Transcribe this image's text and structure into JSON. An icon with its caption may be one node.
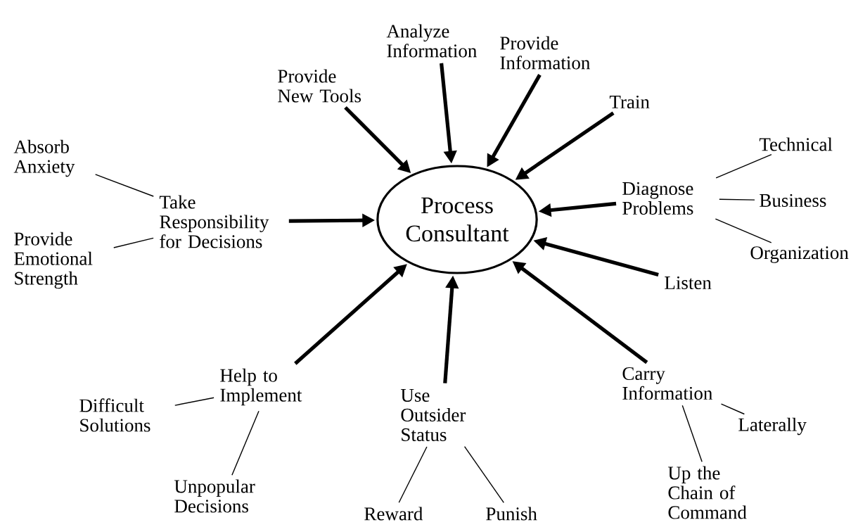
{
  "diagram": {
    "nodes": [
      {
        "text": [
          "Process Consultant"
        ]
      },
      {
        "text": [
          "Provide New Tools"
        ]
      },
      {
        "text": [
          "Analyze Information"
        ]
      },
      {
        "text": [
          "Provide Information"
        ]
      },
      {
        "text": [
          "Train"
        ]
      },
      {
        "text": [
          "Diagnose Problems"
        ]
      },
      {
        "text": [
          "Technical"
        ]
      },
      {
        "text": [
          "Business"
        ]
      },
      {
        "text": [
          "Organization"
        ]
      },
      {
        "text": [
          "Listen"
        ]
      },
      {
        "text": [
          "Carry Information"
        ]
      },
      {
        "text": [
          "Laterally"
        ]
      },
      {
        "text": [
          "Up the Chain of Command"
        ]
      },
      {
        "text": [
          "Use Outsider Status"
        ]
      },
      {
        "text": [
          "Reward"
        ]
      },
      {
        "text": [
          "Punish"
        ]
      },
      {
        "text": [
          "Help to Implement"
        ]
      },
      {
        "text": [
          "Difficult Solutions"
        ]
      },
      {
        "text": [
          "Unpopular Decisions"
        ]
      },
      {
        "text": [
          "Take Responsibility for Decisions"
        ]
      },
      {
        "text": [
          "Absorb Anxiety"
        ]
      },
      {
        "text": [
          "Provide Emotional Strength"
        ]
      }
    ],
    "edges": [
      {
        "from": 1,
        "to": 0,
        "arrow": "to",
        "style": "thick"
      },
      {
        "from": 2,
        "to": 0,
        "arrow": "to",
        "style": "thick"
      },
      {
        "from": 3,
        "to": 0,
        "arrow": "to",
        "style": "thick"
      },
      {
        "from": 4,
        "to": 0,
        "arrow": "to",
        "style": "thick"
      },
      {
        "from": 5,
        "to": 0,
        "arrow": "to",
        "style": "thick"
      },
      {
        "from": 9,
        "to": 0,
        "arrow": "to",
        "style": "thick"
      },
      {
        "from": 10,
        "to": 0,
        "arrow": "to",
        "style": "thick"
      },
      {
        "from": 13,
        "to": 0,
        "arrow": "to",
        "style": "thick"
      },
      {
        "from": 16,
        "to": 0,
        "arrow": "to",
        "style": "thick"
      },
      {
        "from": 19,
        "to": 0,
        "arrow": "to",
        "style": "thick"
      },
      {
        "from": 5,
        "to": 6,
        "arrow": "none"
      },
      {
        "from": 5,
        "to": 7,
        "arrow": "none"
      },
      {
        "from": 5,
        "to": 8,
        "arrow": "none"
      },
      {
        "from": 10,
        "to": 11,
        "arrow": "none"
      },
      {
        "from": 10,
        "to": 12,
        "arrow": "none"
      },
      {
        "from": 13,
        "to": 14,
        "arrow": "none"
      },
      {
        "from": 13,
        "to": 15,
        "arrow": "none"
      },
      {
        "from": 16,
        "to": 17,
        "arrow": "none"
      },
      {
        "from": 16,
        "to": 18,
        "arrow": "none"
      },
      {
        "from": 19,
        "to": 20,
        "arrow": "none"
      },
      {
        "from": 19,
        "to": 21,
        "arrow": "none"
      }
    ]
  }
}
